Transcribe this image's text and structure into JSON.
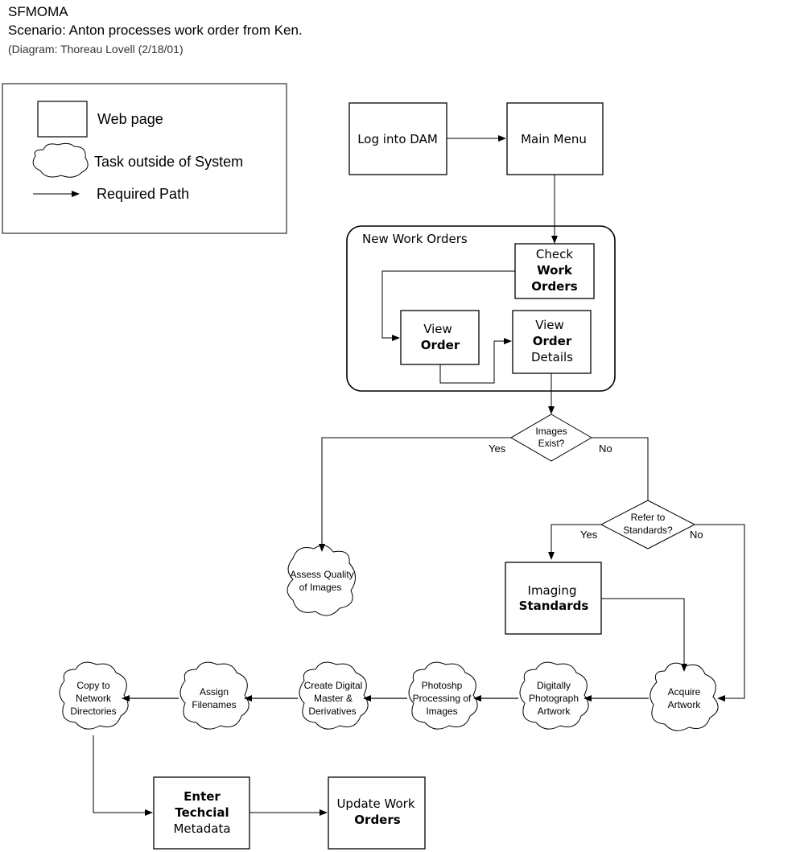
{
  "header": {
    "org": "SFMOMA",
    "scenario": "Scenario: Anton processes work order from Ken.",
    "credit": "(Diagram: Thoreau Lovell (2/18/01)"
  },
  "legend": {
    "web_page": "Web page",
    "task_outside": "Task outside of System",
    "required_path": "Required Path"
  },
  "nodes": {
    "log_into_dam": "Log into DAM",
    "main_menu": "Main Menu",
    "group_title": "New Work Orders",
    "check_l1": "Check",
    "check_l2": "Work",
    "check_l3": "Orders",
    "view_order_l1": "View",
    "view_order_l2": "Order",
    "view_details_l1": "View",
    "view_details_l2": "Order",
    "view_details_l3": "Details",
    "images_exist_l1": "Images",
    "images_exist_l2": "Exist?",
    "yes_1": "Yes",
    "no_1": "No",
    "refer_l1": "Refer to",
    "refer_l2": "Standards?",
    "yes_2": "Yes",
    "no_2": "No",
    "assess_l1": "Assess Quality",
    "assess_l2": "of Images",
    "imaging_l1": "Imaging",
    "imaging_l2": "Standards",
    "acquire_l1": "Acquire",
    "acquire_l2": "Artwork",
    "digitally_l1": "Digitally",
    "digitally_l2": "Photograph",
    "digitally_l3": "Artwork",
    "photoshop_l1": "Photoshp",
    "photoshop_l2": "Processing of",
    "photoshop_l3": "Images",
    "create_l1": "Create Digital",
    "create_l2": "Master &",
    "create_l3": "Derivatives",
    "assign_l1": "Assign",
    "assign_l2": "Filenames",
    "copy_l1": "Copy to",
    "copy_l2": "Network",
    "copy_l3": "Directories",
    "enter_l1": "Enter",
    "enter_l2": "Techcial",
    "enter_l3": "Metadata",
    "update_l1": "Update Work",
    "update_l2": "Orders"
  }
}
